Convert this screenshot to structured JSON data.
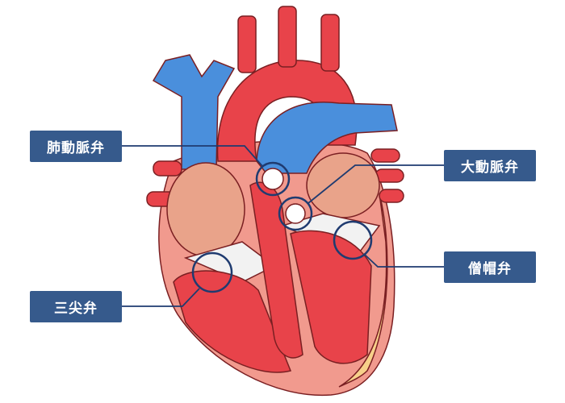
{
  "labels": {
    "pulmonary_valve": "肺動脈弁",
    "aortic_valve": "大動脈弁",
    "mitral_valve": "僧帽弁",
    "tricuspid_valve": "三尖弁"
  },
  "colors": {
    "label_bg": "#365a8c",
    "callout_line": "#1f3b70",
    "artery_red": "#e8434a",
    "vein_blue": "#4a8fdc",
    "muscle_pink": "#f08a8a",
    "outline": "#7a1f22"
  }
}
